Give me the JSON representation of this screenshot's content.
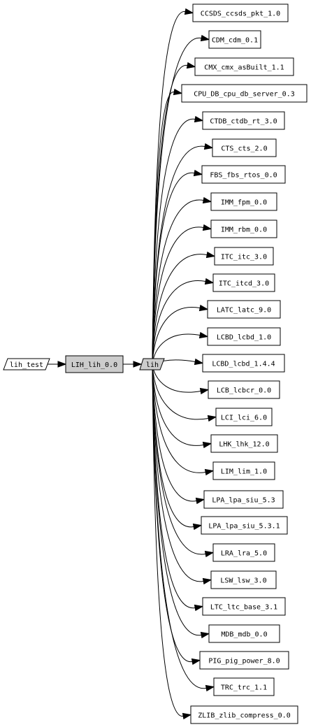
{
  "colors": {
    "background": "#ffffff",
    "stroke": "#000000",
    "node_fill": "#ffffff",
    "focus_fill": "#cccccc",
    "hub_fill": "#cccccc"
  },
  "nodes": {
    "source": {
      "label": "lih_test",
      "shape": "parallelogram"
    },
    "focus": {
      "label": "LIH_lih_0.0",
      "shape": "box"
    },
    "hub": {
      "label": "lih",
      "shape": "parallelogram"
    },
    "dependencies": [
      "CCSDS_ccsds_pkt_1.0",
      "CDM_cdm_0.1",
      "CMX_cmx_asBuilt_1.1",
      "CPU_DB_cpu_db_server_0.3",
      "CTDB_ctdb_rt_3.0",
      "CTS_cts_2.0",
      "FBS_fbs_rtos_0.0",
      "IMM_fpm_0.0",
      "IMM_rbm_0.0",
      "ITC_itc_3.0",
      "ITC_itcd_3.0",
      "LATC_latc_9.0",
      "LCBD_lcbd_1.0",
      "LCBD_lcbd_1.4.4",
      "LCB_lcbcr_0.0",
      "LCI_lci_6.0",
      "LHK_lhk_12.0",
      "LIM_lim_1.0",
      "LPA_lpa_siu_5.3",
      "LPA_lpa_siu_5.3.1",
      "LRA_lra_5.0",
      "LSW_lsw_3.0",
      "LTC_ltc_base_3.1",
      "MDB_mdb_0.0",
      "PIG_pig_power_8.0",
      "TRC_trc_1.1",
      "ZLIB_zlib_compress_0.0"
    ]
  }
}
